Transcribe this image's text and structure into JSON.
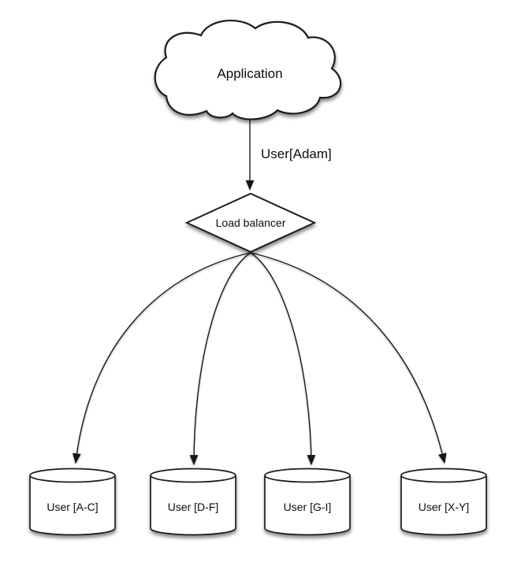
{
  "diagram": {
    "description": "Database sharding with load balancer diagram",
    "colors": {
      "background": "#ffffff",
      "stroke": "#1c1c1c",
      "shape_fill": "#ffffff",
      "text": "#0d0d0d"
    },
    "nodes": {
      "application": {
        "label": "Application",
        "shape": "cloud"
      },
      "load_balancer": {
        "label": "Load balancer",
        "shape": "diamond"
      },
      "shards": [
        {
          "label": "User [A-C]",
          "shape": "cylinder"
        },
        {
          "label": "User [D-F]",
          "shape": "cylinder"
        },
        {
          "label": "User [G-I]",
          "shape": "cylinder"
        },
        {
          "label": "User [X-Y]",
          "shape": "cylinder"
        }
      ]
    },
    "edges": {
      "app_to_lb": {
        "from": "application",
        "to": "load_balancer",
        "label": "User[Adam]"
      },
      "lb_to_shards": [
        {
          "from": "load_balancer",
          "to": "User [A-C]",
          "label": ""
        },
        {
          "from": "load_balancer",
          "to": "User [D-F]",
          "label": ""
        },
        {
          "from": "load_balancer",
          "to": "User [G-I]",
          "label": ""
        },
        {
          "from": "load_balancer",
          "to": "User [X-Y]",
          "label": ""
        }
      ]
    }
  }
}
